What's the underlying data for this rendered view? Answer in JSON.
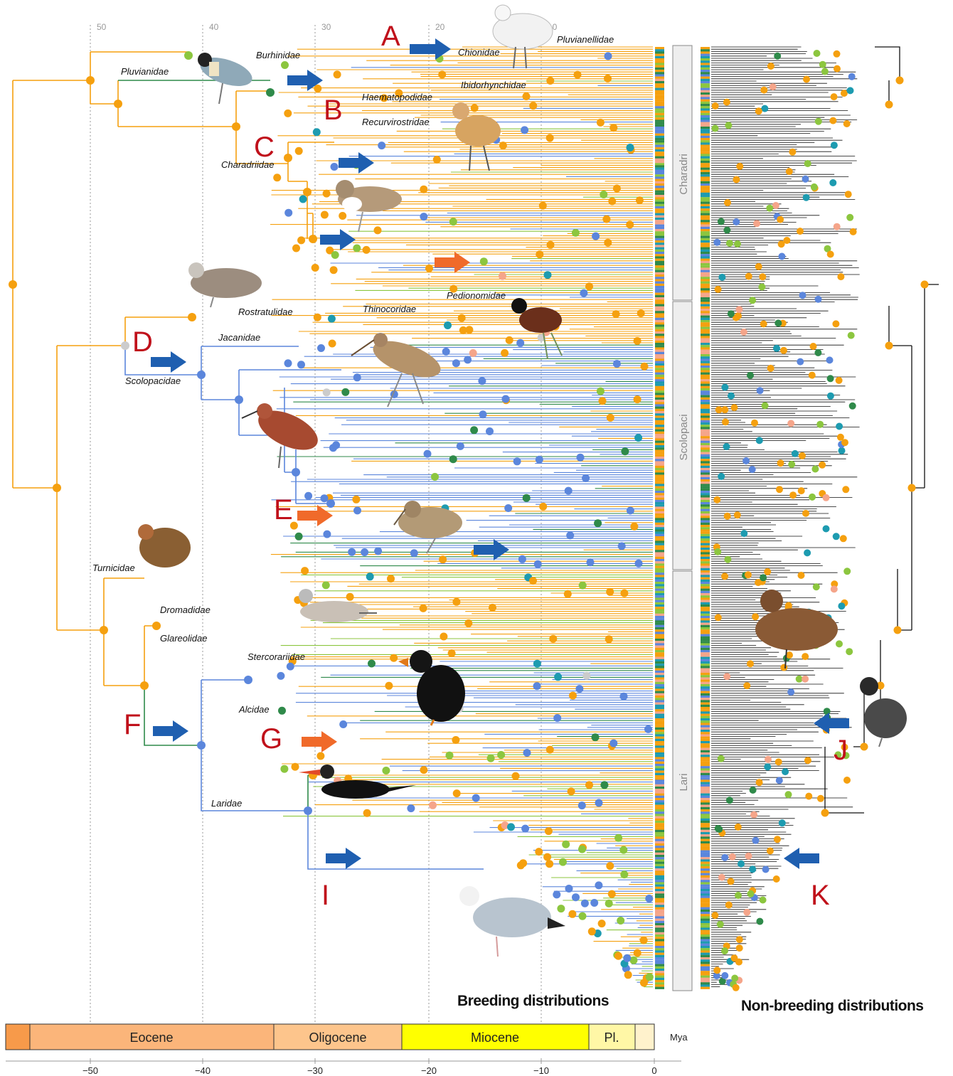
{
  "top_ticks": [
    "50",
    "40",
    "30",
    "20",
    "10"
  ],
  "clade_letters": [
    "A",
    "B",
    "C",
    "D",
    "E",
    "F",
    "G",
    "I",
    "J",
    "K"
  ],
  "families": {
    "burhinidae": "Burhinidae",
    "pluvianidae": "Pluvianidae",
    "chionidae": "Chionidae",
    "pluvianellidae": "Pluvianellidae",
    "ibidorhynchidae": "Ibidorhynchidae",
    "haematopodidae": "Haematopodidae",
    "recurvirostridae": "Recurvirostridae",
    "charadriidae": "Charadriidae",
    "rostratulidae": "Rostratulidae",
    "thinocoridae": "Thinocoridae",
    "pedionomidae": "Pedionomidae",
    "jacanidae": "Jacanidae",
    "scolopacidae": "Scolopacidae",
    "turnicidae": "Turnicidae",
    "dromadidae": "Dromadidae",
    "glareolidae": "Glareolidae",
    "stercorariidae": "Stercorariidae",
    "alcidae": "Alcidae",
    "laridae": "Laridae"
  },
  "suborders": [
    "Charadri",
    "Scolopaci",
    "Lari"
  ],
  "headings": {
    "breeding": "Breeding distributions",
    "nonbreeding": "Non-breeding distributions"
  },
  "timescale": {
    "epochs": [
      "Eocene",
      "Oligocene",
      "Miocene",
      "Pl."
    ],
    "unit": "Mya",
    "ticks": [
      "−50",
      "−40",
      "−30",
      "−20",
      "−10",
      "0"
    ]
  },
  "colors": {
    "orange": "#f5a00f",
    "blue": "#5b86dc",
    "green_dark": "#2f8a4a",
    "green_light": "#8cc63f",
    "salmon": "#f5a58a",
    "grey": "#cccccc",
    "teal": "#1d9bb0",
    "arrow_blue": "#1f5fb0",
    "arrow_orange": "#f06a2a",
    "letter_red": "#c0111b",
    "eocene": "#fbb57a",
    "paleocene": "#f79a4a",
    "oligocene": "#fdc58c",
    "miocene": "#ffff00",
    "pliocene": "#fff7a6",
    "pleistocene": "#fff2cc"
  },
  "icons": [
    "bird-illustration",
    "blue-arrow-icon",
    "orange-arrow-icon"
  ]
}
